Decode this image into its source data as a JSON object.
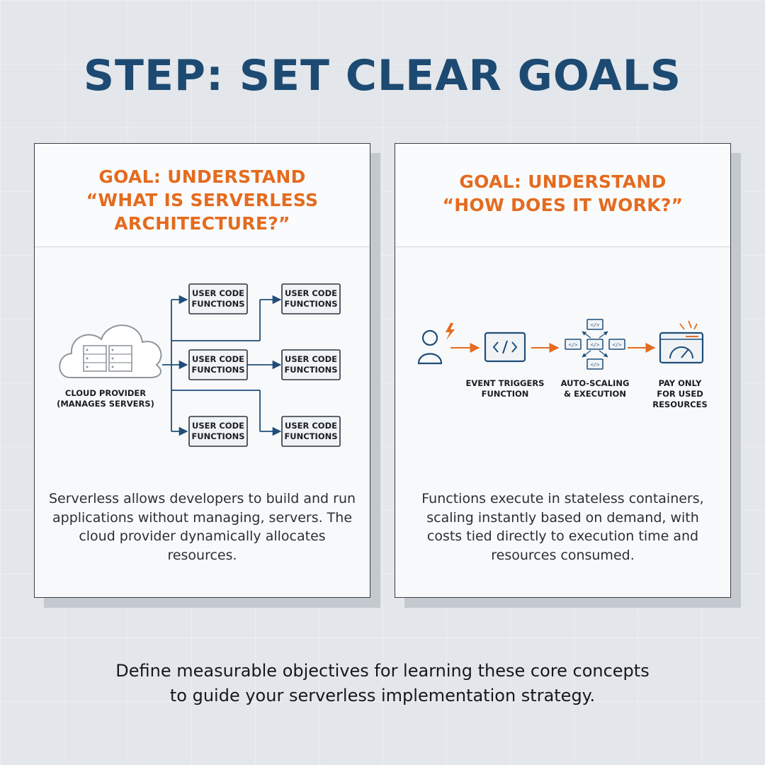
{
  "title": "STEP: SET CLEAR GOALS",
  "left_card": {
    "heading_lines": [
      "GOAL: UNDERSTAND",
      "“WHAT IS SERVERLESS",
      "ARCHITECTURE?”"
    ],
    "cloud_label_lines": [
      "CLOUD PROVIDER",
      "(MANAGES SERVERS)"
    ],
    "function_box_lines": [
      "USER CODE",
      "FUNCTIONS"
    ],
    "description": "Serverless allows developers to build and run applications without managing, servers. The cloud provider dynamically allocates resources."
  },
  "right_card": {
    "heading_lines": [
      "GOAL: UNDERSTAND",
      "“HOW DOES IT WORK?”"
    ],
    "steps": [
      {
        "label_lines": [
          "EVENT TRIGGERS",
          "FUNCTION"
        ],
        "icon": "code-icon"
      },
      {
        "label_lines": [
          "AUTO-SCALING",
          "& EXECUTION"
        ],
        "icon": "scaling-icon"
      },
      {
        "label_lines": [
          "PAY ONLY",
          "FOR USED",
          "RESOURCES"
        ],
        "icon": "gauge-icon"
      }
    ],
    "description": "Functions execute in stateless containers, scaling instantly based on demand, with costs tied directly to execution time and resources consumed."
  },
  "footer_lines": [
    "Define measurable objectives for learning these core concepts",
    "to guide your serverless implementation strategy."
  ],
  "colors": {
    "title": "#1c4a72",
    "accent_orange": "#e46b1f",
    "diagram_blue": "#1f4e79",
    "card_bg": "#f8f9fa"
  }
}
